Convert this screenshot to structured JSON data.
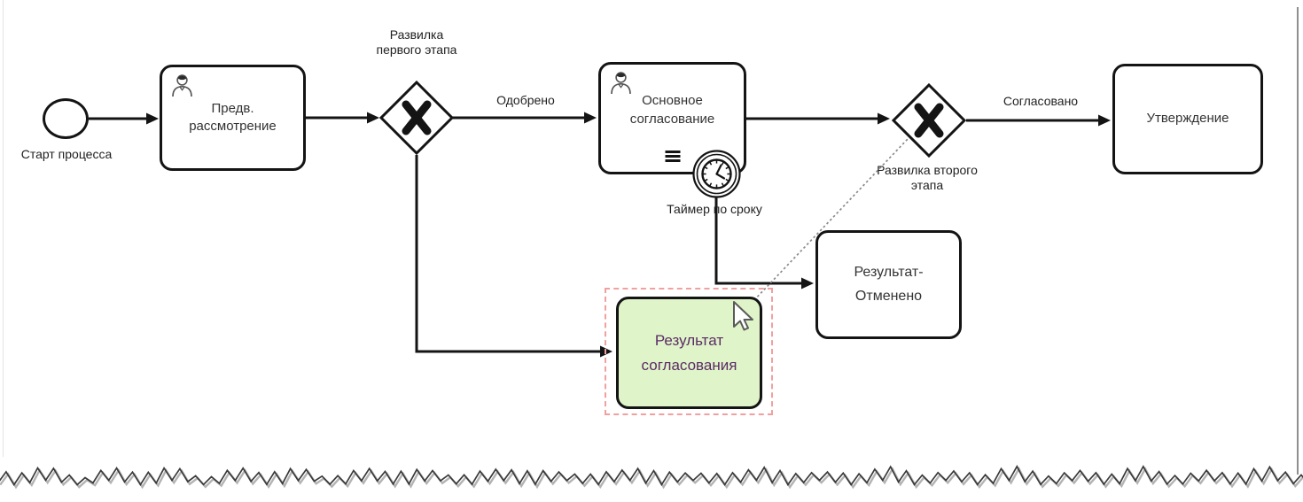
{
  "diagram": {
    "start_event": {
      "label": "Старт процесса"
    },
    "tasks": {
      "preliminary_review": {
        "label": "Предв.\nрассмотрение"
      },
      "main_approval": {
        "label": "Основное\nсогласование"
      },
      "approval_result": {
        "label": "Результат\nсогласования"
      },
      "result_cancelled": {
        "label": "Результат-\nОтменено"
      },
      "final_approval": {
        "label": "Утверждение"
      }
    },
    "gateways": {
      "first_stage_fork": {
        "label": "Развилка\nпервого этапа"
      },
      "second_stage_fork": {
        "label": "Развилка второго\nэтапа"
      }
    },
    "events": {
      "boundary_timer": {
        "label": "Таймер по сроку"
      }
    },
    "flows": {
      "approved": {
        "label": "Одобрено"
      },
      "agreed": {
        "label": "Согласовано"
      }
    },
    "colors": {
      "shape_stroke": "#141414",
      "highlighted_task_fill": "#dff4c8",
      "highlighted_task_text": "#5b2b66",
      "selection_outline": "#f29f9f"
    }
  }
}
